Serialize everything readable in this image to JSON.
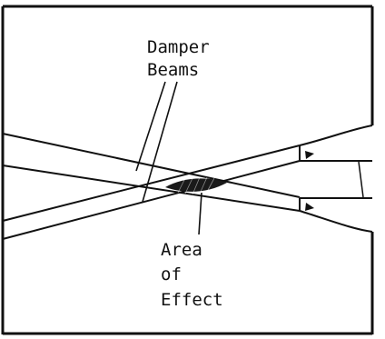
{
  "diagram": {
    "labels": {
      "damper_line1": "Damper",
      "damper_line2": "Beams",
      "area_line1": "Area",
      "area_line2": "of",
      "area_line3": "Effect"
    },
    "colors": {
      "ink": "#111111",
      "background": "#ffffff"
    }
  }
}
